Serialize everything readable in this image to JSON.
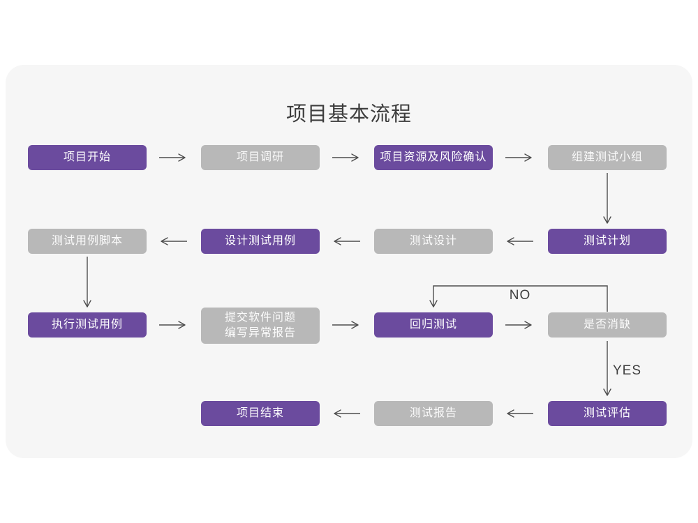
{
  "title": "项目基本流程",
  "colors": {
    "primary_box": "#6B4B9E",
    "secondary_box": "#B8B8B8",
    "box_text": "#FFFFFF",
    "arrow": "#4D4D4D",
    "card_background": "#F6F6F6",
    "title_text": "#3D3D3D"
  },
  "nodes": [
    {
      "label": "项目开始",
      "type": "primary"
    },
    {
      "label": "项目调研",
      "type": "secondary"
    },
    {
      "label": "项目资源及风险确认",
      "type": "primary"
    },
    {
      "label": "组建测试小组",
      "type": "secondary"
    },
    {
      "label": "测试计划",
      "type": "primary"
    },
    {
      "label": "测试设计",
      "type": "secondary"
    },
    {
      "label": "设计测试用例",
      "type": "primary"
    },
    {
      "label": "测试用例脚本",
      "type": "secondary"
    },
    {
      "label": "执行测试用例",
      "type": "primary"
    },
    {
      "label": "提交软件问题\n编写异常报告",
      "type": "secondary"
    },
    {
      "label": "回归测试",
      "type": "primary"
    },
    {
      "label": "是否消缺",
      "type": "secondary"
    },
    {
      "label": "测试评估",
      "type": "primary"
    },
    {
      "label": "测试报告",
      "type": "secondary"
    },
    {
      "label": "项目结束",
      "type": "primary"
    }
  ],
  "edge_labels": {
    "no": "NO",
    "yes": "YES"
  }
}
